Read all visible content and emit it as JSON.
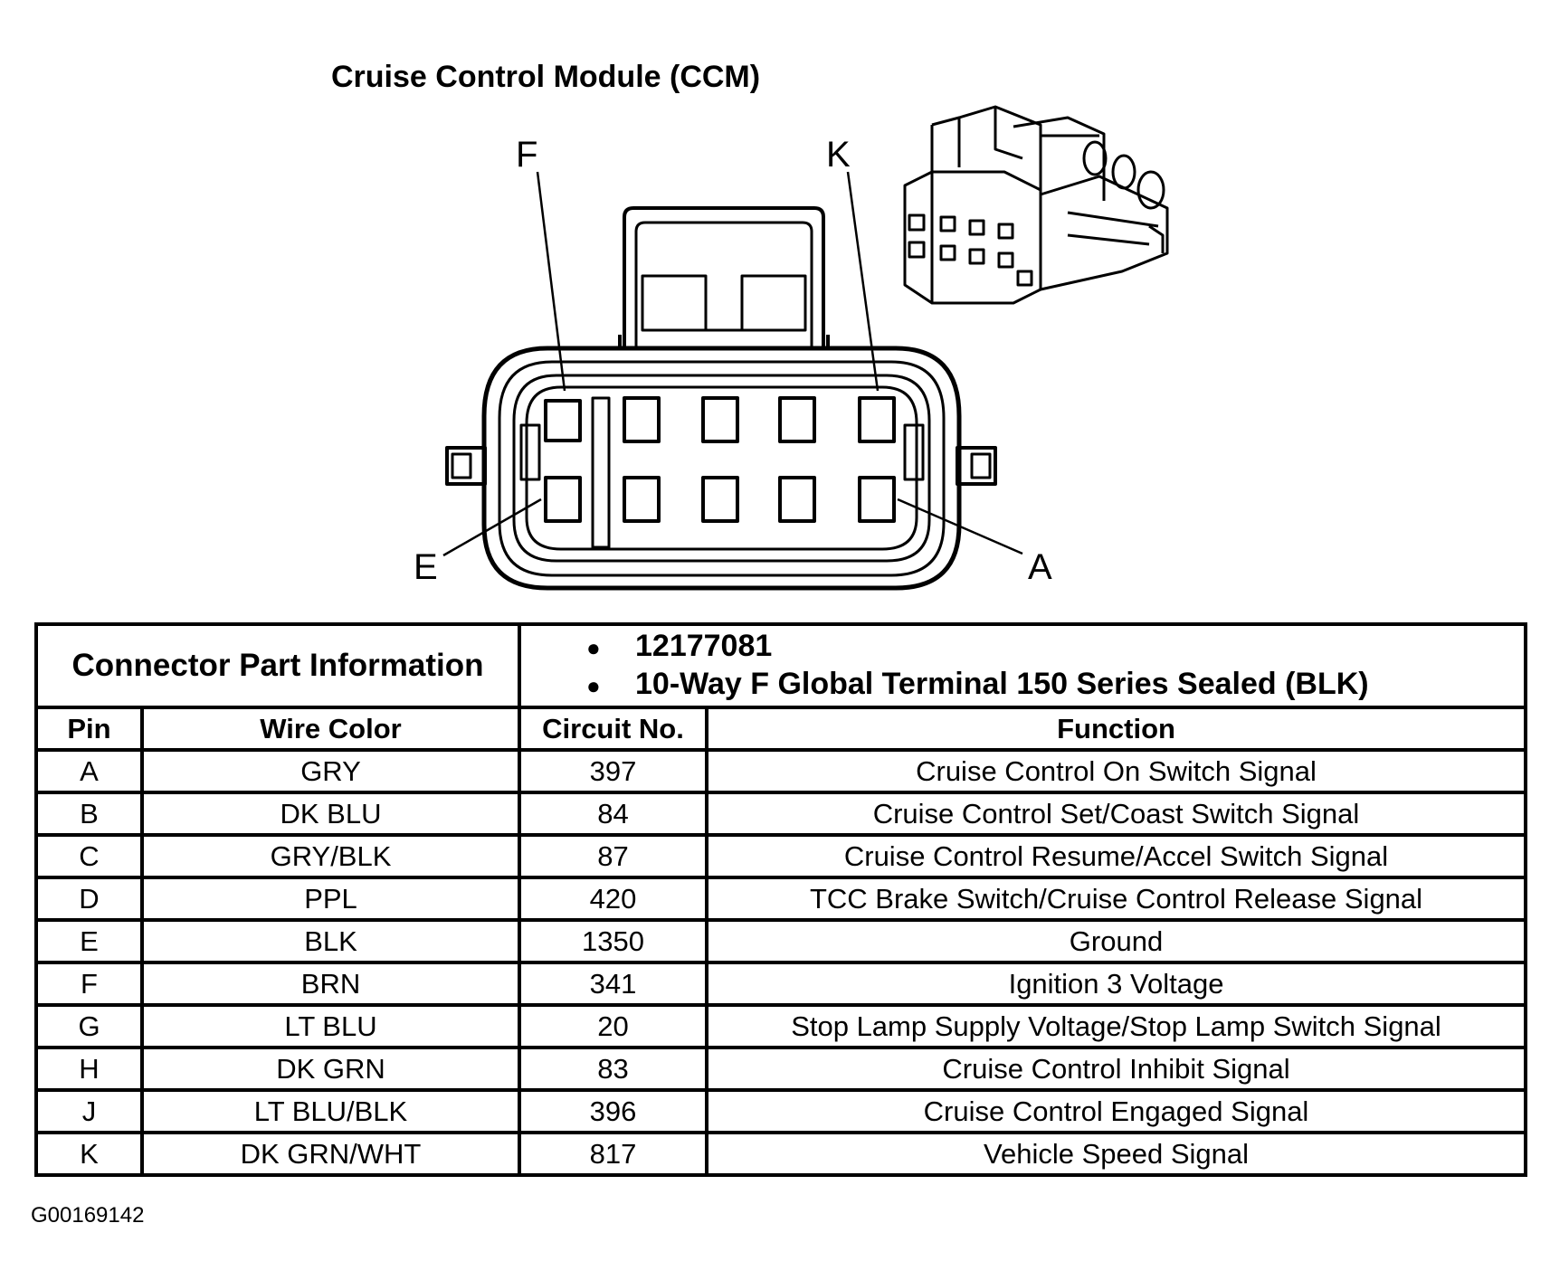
{
  "title": "Cruise Control Module (CCM)",
  "callouts": {
    "f": "F",
    "k": "K",
    "e": "E",
    "a": "A"
  },
  "part_info": {
    "label": "Connector Part Information",
    "items": [
      "12177081",
      "10-Way F Global Terminal 150 Series Sealed (BLK)"
    ]
  },
  "table": {
    "headers": {
      "pin": "Pin",
      "wire_color": "Wire Color",
      "circuit": "Circuit No.",
      "function": "Function"
    },
    "rows": [
      {
        "pin": "A",
        "wire_color": "GRY",
        "circuit": "397",
        "function": "Cruise Control On Switch Signal"
      },
      {
        "pin": "B",
        "wire_color": "DK BLU",
        "circuit": "84",
        "function": "Cruise Control Set/Coast Switch Signal"
      },
      {
        "pin": "C",
        "wire_color": "GRY/BLK",
        "circuit": "87",
        "function": "Cruise Control Resume/Accel Switch Signal"
      },
      {
        "pin": "D",
        "wire_color": "PPL",
        "circuit": "420",
        "function": "TCC Brake Switch/Cruise Control Release Signal"
      },
      {
        "pin": "E",
        "wire_color": "BLK",
        "circuit": "1350",
        "function": "Ground"
      },
      {
        "pin": "F",
        "wire_color": "BRN",
        "circuit": "341",
        "function": "Ignition 3 Voltage"
      },
      {
        "pin": "G",
        "wire_color": "LT BLU",
        "circuit": "20",
        "function": "Stop Lamp Supply Voltage/Stop Lamp Switch Signal"
      },
      {
        "pin": "H",
        "wire_color": "DK GRN",
        "circuit": "83",
        "function": "Cruise Control Inhibit Signal"
      },
      {
        "pin": "J",
        "wire_color": "LT BLU/BLK",
        "circuit": "396",
        "function": "Cruise Control Engaged Signal"
      },
      {
        "pin": "K",
        "wire_color": "DK GRN/WHT",
        "circuit": "817",
        "function": "Vehicle Speed Signal"
      }
    ]
  },
  "footer_code": "G00169142"
}
